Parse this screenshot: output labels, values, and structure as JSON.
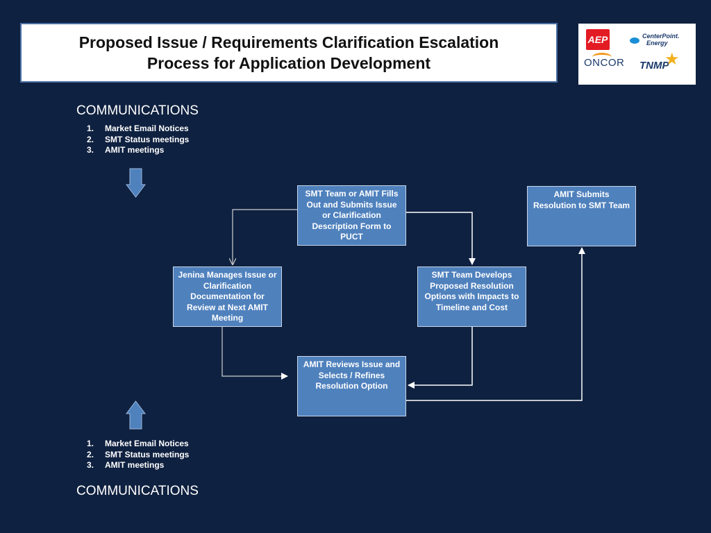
{
  "title": {
    "line1": "Proposed Issue / Requirements Clarification Escalation",
    "line2": "Process for Application Development"
  },
  "logos": {
    "aep": "AEP",
    "centerpoint_line1": "CenterPoint.",
    "centerpoint_line2": "Energy",
    "oncor": "ONCOR",
    "tnmp": "TNMP"
  },
  "communications_top": {
    "heading": "COMMUNICATIONS",
    "items": [
      {
        "num": "1.",
        "text": "Market Email Notices"
      },
      {
        "num": "2.",
        "text": "SMT Status meetings"
      },
      {
        "num": "3.",
        "text": "AMIT meetings"
      }
    ]
  },
  "communications_bottom": {
    "heading": "COMMUNICATIONS",
    "items": [
      {
        "num": "1.",
        "text": "Market Email Notices"
      },
      {
        "num": "2.",
        "text": "SMT Status meetings"
      },
      {
        "num": "3.",
        "text": "AMIT meetings"
      }
    ]
  },
  "nodes": {
    "submit_form": "SMT Team or AMIT Fills Out and Submits Issue or Clarification Description Form to PUCT",
    "amit_submits": "AMIT Submits Resolution to SMT Team",
    "jenina": "Jenina Manages Issue or Clarification Documentation for Review at Next AMIT Meeting",
    "smt_develops": "SMT Team Develops Proposed Resolution Options with Impacts to Timeline and Cost",
    "amit_reviews": "AMIT Reviews Issue and Selects / Refines Resolution Option"
  },
  "colors": {
    "background": "#0f2140",
    "node_fill": "#4f81bd",
    "arrow_block": "#4f81bd",
    "connector": "#c8c8c8"
  }
}
